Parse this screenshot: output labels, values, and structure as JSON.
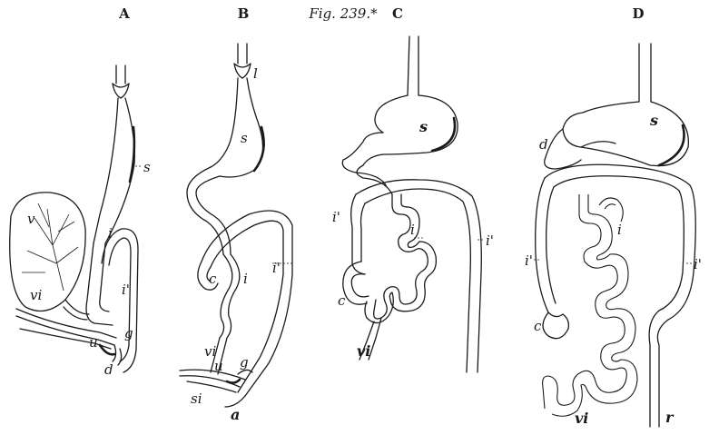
{
  "caption": "Fig. 239.*",
  "panels": [
    {
      "key": "A",
      "title": "A",
      "labels": {
        "s": "s",
        "v": "v",
        "i": "i",
        "i_prime": "i'",
        "vi": "vi",
        "g": "g",
        "u": "u",
        "d": "d"
      }
    },
    {
      "key": "B",
      "title": "B",
      "labels": {
        "l": "l",
        "s": "s",
        "c": "c",
        "i": "i",
        "i_prime": "i'",
        "vi": "vi",
        "u": "u",
        "g": "g",
        "si": "si",
        "a": "a"
      }
    },
    {
      "key": "C",
      "title": "C",
      "labels": {
        "s": "s",
        "i_prime_left": "i'",
        "i": "i",
        "i_prime_right": "i'",
        "c": "c",
        "vi": "vi"
      }
    },
    {
      "key": "D",
      "title": "D",
      "labels": {
        "s": "s",
        "d": "d",
        "i_prime_left": "i'",
        "i": "i",
        "i_prime_right": "i'",
        "c": "c",
        "vi": "vi",
        "r": "r"
      }
    }
  ]
}
